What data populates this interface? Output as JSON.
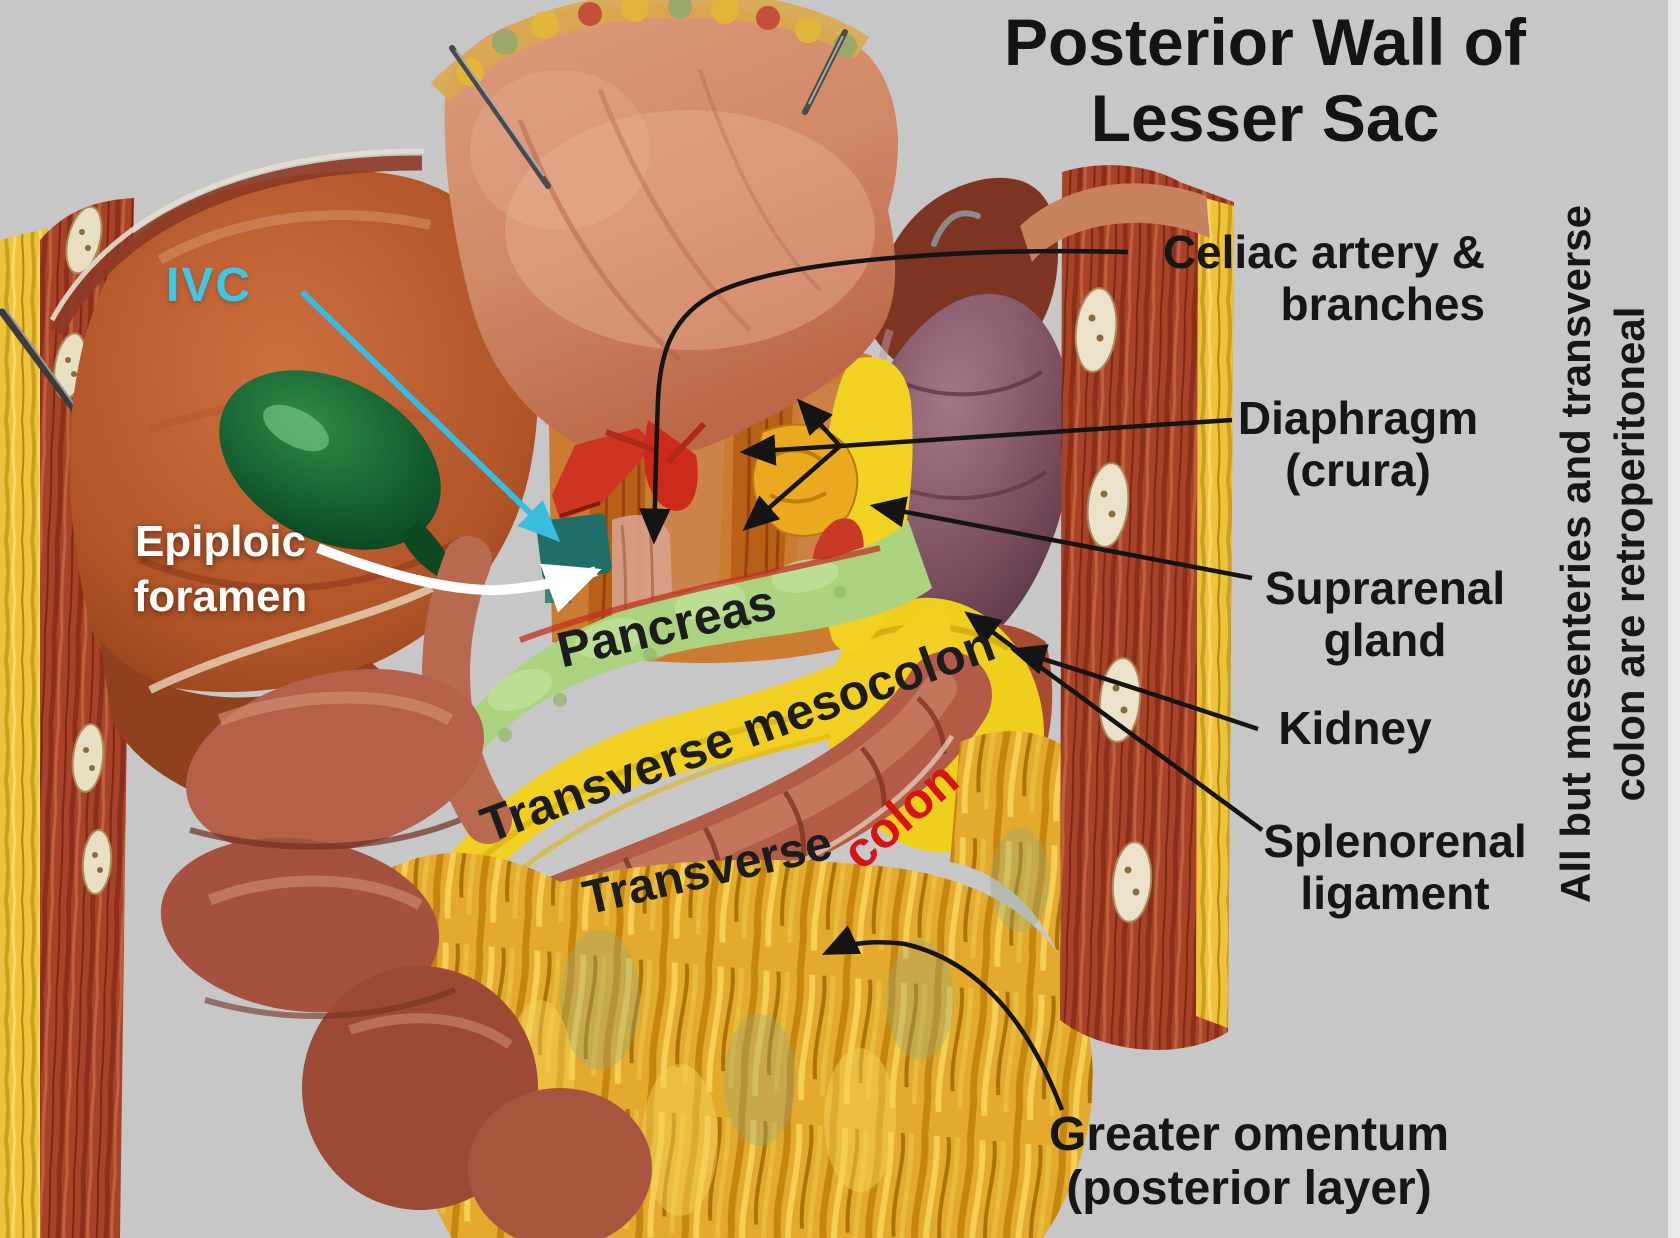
{
  "title": {
    "line1": "Posterior Wall of",
    "line2": "Lesser Sac"
  },
  "labels": {
    "ivc": "IVC",
    "epiploic": {
      "line1": "Epiploic",
      "line2": "foramen"
    },
    "pancreas": "Pancreas",
    "transverse_mesocolon": "Transverse mesocolon",
    "transverse_colon_black": "Transverse",
    "transverse_colon_red": "colon",
    "celiac": {
      "line1": "Celiac artery &",
      "line2": "branches"
    },
    "diaphragm": {
      "line1": "Diaphragm",
      "line2": "(crura)"
    },
    "suprarenal": {
      "line1": "Suprarenal",
      "line2": "gland"
    },
    "kidney": "Kidney",
    "splenorenal": {
      "line1": "Splenorenal",
      "line2": "ligament"
    },
    "greater_omentum": {
      "line1": "Greater omentum",
      "line2": "(posterior layer)"
    },
    "side_note": {
      "line1": "All but mesenteries and transverse",
      "line2": "colon are retroperitoneal"
    }
  },
  "palette": {
    "background": "#c7c7c7",
    "label_black": "#161616",
    "arrow_black": "#141414",
    "colon_label_red": "#d61414",
    "ivc_cyan": "#41c6e8",
    "epiploic_white": "#ffffff",
    "liver_brown": "#a84c24",
    "stomach_salmon": "#d18a68",
    "gallbladder_green": "#145a28",
    "spleen_purple": "#7c5060",
    "pancreas_green": "#abd37f",
    "mesocolon_yellow": "#f2d023",
    "colon_red_brown": "#b25c48",
    "omentum_yellow": "#e3aa2e",
    "muscle_red": "#a8432a",
    "fat_yellow": "#ecc33a",
    "ivc_marker_teal": "#1f6f68"
  }
}
